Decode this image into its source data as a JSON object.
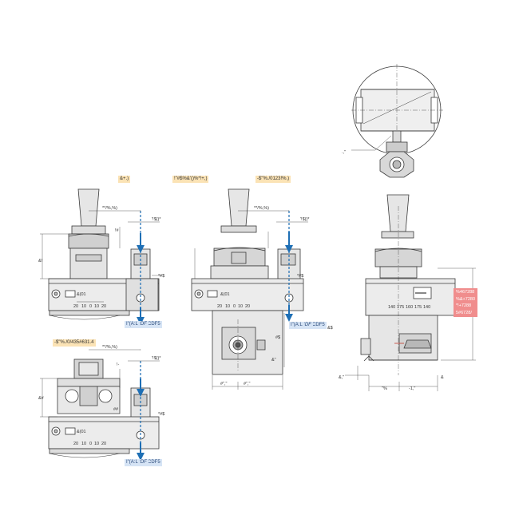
{
  "colors": {
    "line": "#3a3a3a",
    "fill": "#e8e8e8",
    "dark": "#bdbdbd",
    "arrow": "#1e6fb5",
    "tag": "#fbe3b5",
    "note": "#d6e4f5",
    "pink": "#f08d8d"
  },
  "tags": {
    "tl_top": "&+.)",
    "tm_left": "!\"#$%&'()%*!+,)",
    "tm_right": "-$\"%./0123!%.)",
    "bl_top": "-$\"%./0/435#631.4"
  },
  "notes": {
    "tl": [
      "L5KE7!5ECDF5",
      ">336CDF",
      "I\"(A:L"
    ],
    "tm": [
      "L5KE7!5ECDF5",
      ">336CDF",
      "I\"(A:L"
    ],
    "bl": [
      "L5KE7!5ECDF5",
      ">336CDF",
      "I\"(A:L"
    ]
  },
  "pink": [
    "%467288",
    "%&+7280",
    "*!+7288",
    "5#6728/"
  ],
  "dims": {
    "tl_top": "**/%,%)",
    "tl_side": "'!$()*",
    "tl_hash": "!#",
    "tl_amp": "&!",
    "tl_s": "*#$",
    "tl_body": "&(01",
    "tm_top": "**/%,%)",
    "tm_side": "'!$()*",
    "tm_s": "*#$",
    "tm_body": "&(01",
    "tm_right": "&$",
    "tm_hs": "#$",
    "tm_bot1": "#\",\"",
    "tm_bot2": "#\",\"",
    "tm_amp": "&\"",
    "bl_top": "**/%,%)",
    "bl_side": "'!$()*",
    "bl_amp": "&#",
    "bl_hh": "##",
    "bl_s": "*#$",
    "bl_body": "&(01",
    "bl_dash": "!-",
    "r_left": "&,\"",
    "r_amp": "&",
    "r_pct": "\"%",
    "r_mid": "-1,\"",
    "r_dot": ".,\""
  },
  "scale": [
    "20",
    "10",
    "0",
    "10",
    "20"
  ],
  "scale_r": [
    "140",
    "175",
    "160",
    "175",
    "140"
  ]
}
